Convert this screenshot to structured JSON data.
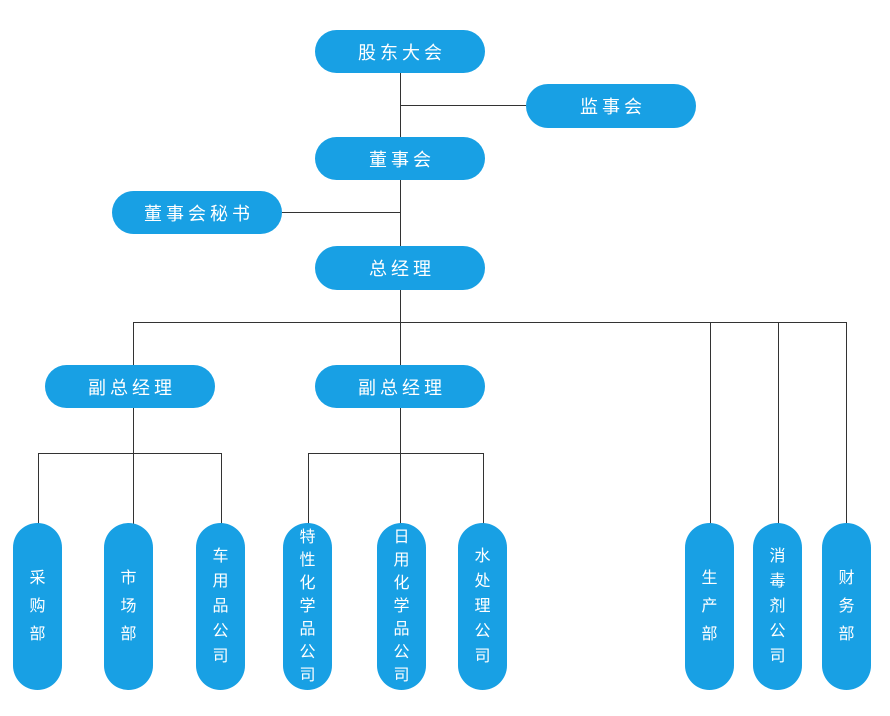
{
  "diagram": {
    "type": "org-chart",
    "colors": {
      "node_fill": "#18A0E4",
      "node_text": "#FFFFFF",
      "connector": "#333333",
      "background": "#FFFFFF"
    },
    "nodes": {
      "shareholders": {
        "label": "股东大会"
      },
      "supervisory": {
        "label": "监事会"
      },
      "board": {
        "label": "董事会"
      },
      "secretary": {
        "label": "董事会秘书"
      },
      "general_manager": {
        "label": "总经理"
      },
      "deputy_gm_1": {
        "label": "副总经理"
      },
      "deputy_gm_2": {
        "label": "副总经理"
      },
      "purchasing": {
        "label": "采购部"
      },
      "marketing": {
        "label": "市场部"
      },
      "car_products": {
        "label": "车用品公司"
      },
      "specialty_chemicals": {
        "label": "特性化学品公司"
      },
      "daily_chemicals": {
        "label": "日用化学品公司"
      },
      "water_treatment": {
        "label": "水处理公司"
      },
      "production": {
        "label": "生产部"
      },
      "disinfectant": {
        "label": "消毒剂公司"
      },
      "finance": {
        "label": "财务部"
      }
    },
    "edges": [
      {
        "from": "shareholders",
        "to": "supervisory"
      },
      {
        "from": "shareholders",
        "to": "board"
      },
      {
        "from": "board",
        "to": "secretary"
      },
      {
        "from": "board",
        "to": "general_manager"
      },
      {
        "from": "general_manager",
        "to": "deputy_gm_1"
      },
      {
        "from": "general_manager",
        "to": "deputy_gm_2"
      },
      {
        "from": "general_manager",
        "to": "production"
      },
      {
        "from": "general_manager",
        "to": "disinfectant"
      },
      {
        "from": "general_manager",
        "to": "finance"
      },
      {
        "from": "deputy_gm_1",
        "to": "purchasing"
      },
      {
        "from": "deputy_gm_1",
        "to": "marketing"
      },
      {
        "from": "deputy_gm_1",
        "to": "car_products"
      },
      {
        "from": "deputy_gm_2",
        "to": "specialty_chemicals"
      },
      {
        "from": "deputy_gm_2",
        "to": "daily_chemicals"
      },
      {
        "from": "deputy_gm_2",
        "to": "water_treatment"
      }
    ]
  }
}
